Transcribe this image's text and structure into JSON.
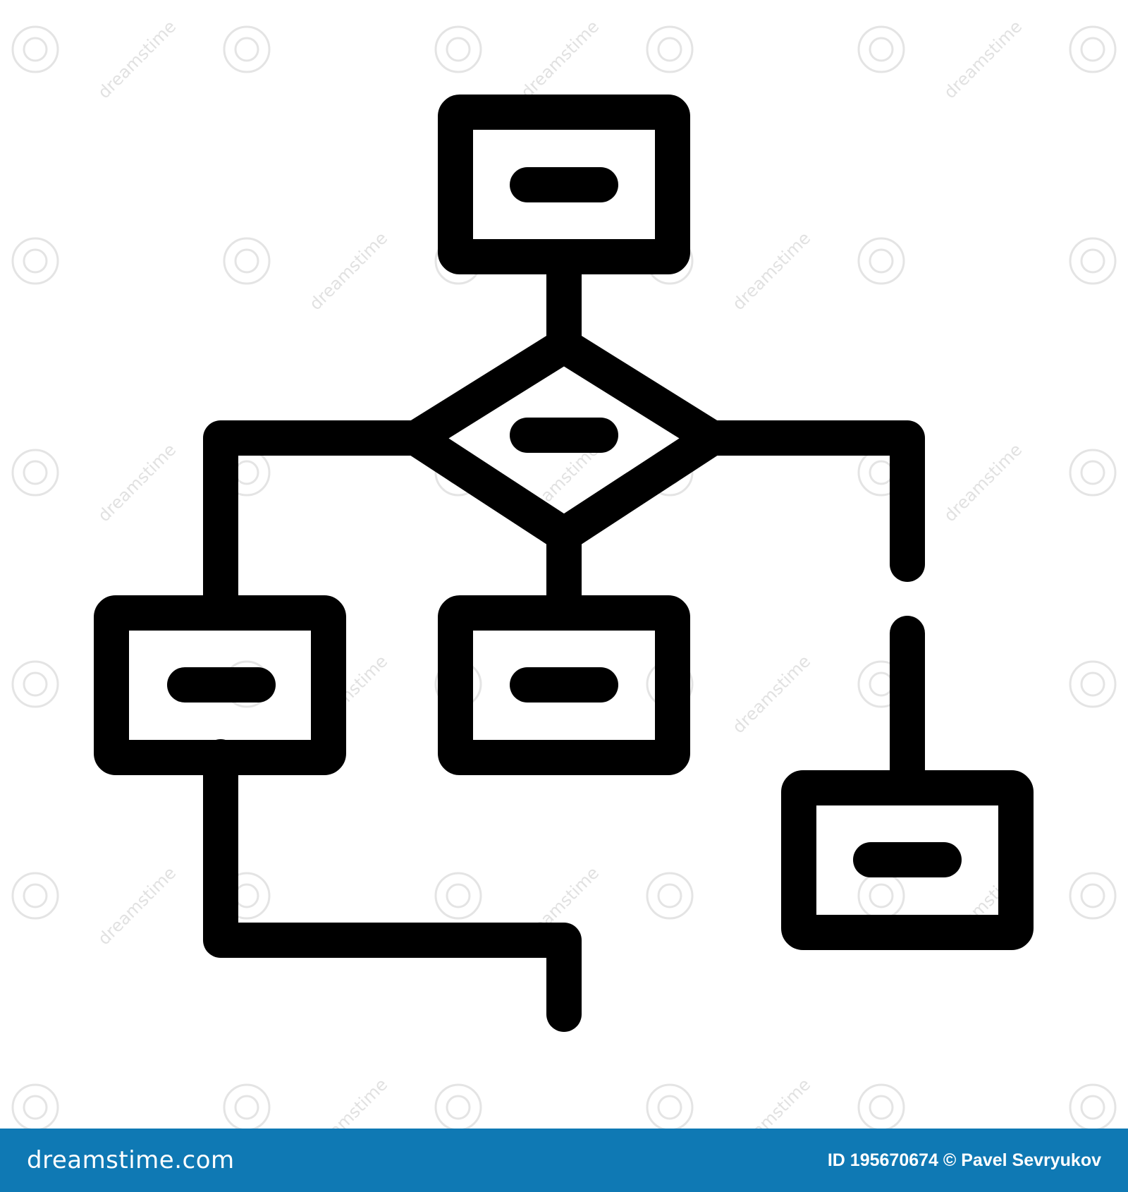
{
  "colors": {
    "stroke": "#000000",
    "background": "#ffffff",
    "footer_bar": "#0f79b4",
    "watermark": "#c9c9c9"
  },
  "diagram": {
    "icon": "flowchart-icon",
    "nodes": [
      {
        "id": "top",
        "shape": "rectangle",
        "label_icon": "dash"
      },
      {
        "id": "decision",
        "shape": "diamond",
        "label_icon": "dash"
      },
      {
        "id": "left",
        "shape": "rectangle",
        "label_icon": "dash"
      },
      {
        "id": "middle",
        "shape": "rectangle",
        "label_icon": "dash"
      },
      {
        "id": "right",
        "shape": "rectangle",
        "label_icon": "dash"
      }
    ],
    "edges": [
      {
        "from": "top",
        "to": "decision"
      },
      {
        "from": "decision",
        "to": "left"
      },
      {
        "from": "decision",
        "to": "middle"
      },
      {
        "from": "decision",
        "to": "right",
        "style": "broken"
      },
      {
        "from": "left",
        "to": "open-end"
      }
    ]
  },
  "watermark": {
    "text": "dreamstime"
  },
  "footer": {
    "brand": "dreamstime.com",
    "credit": "ID 195670674 © Pavel Sevryukov"
  }
}
